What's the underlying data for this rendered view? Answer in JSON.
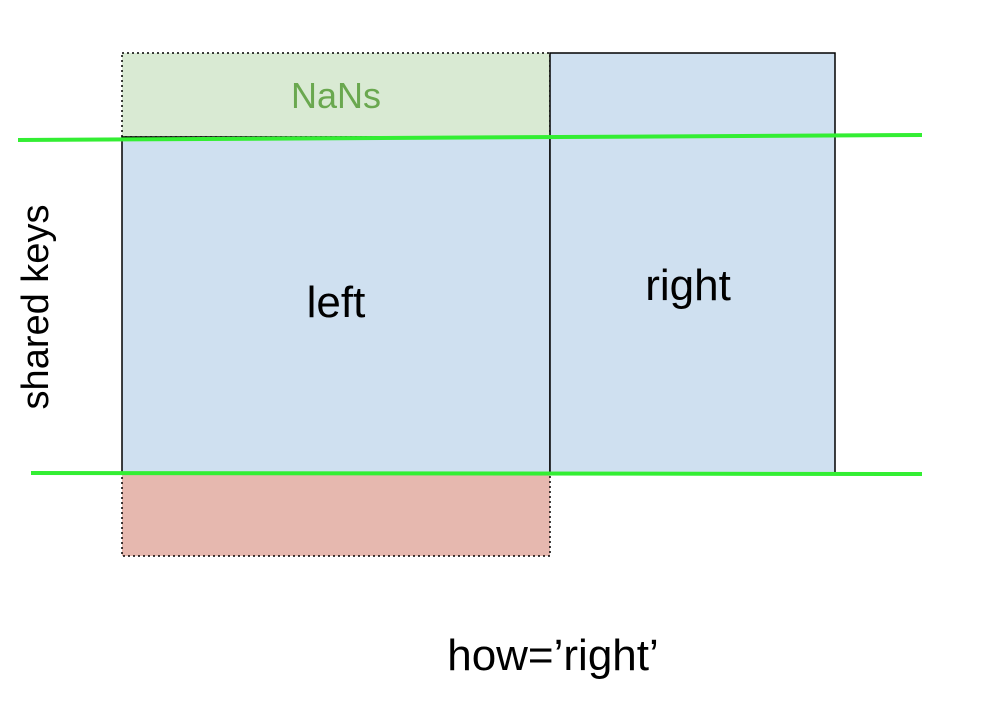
{
  "diagram": {
    "left_label": "left",
    "right_label": "right",
    "nans_label": "NaNs",
    "shared_keys_label": "shared keys",
    "caption": "how=’right’"
  },
  "colors": {
    "table_fill": "#cfe0f0",
    "nans_fill": "#d9ead3",
    "nans_text": "#6aa84f",
    "dropped_fill": "#e6b8af",
    "key_line": "#33ee33",
    "border": "#000000",
    "text": "#000000"
  }
}
